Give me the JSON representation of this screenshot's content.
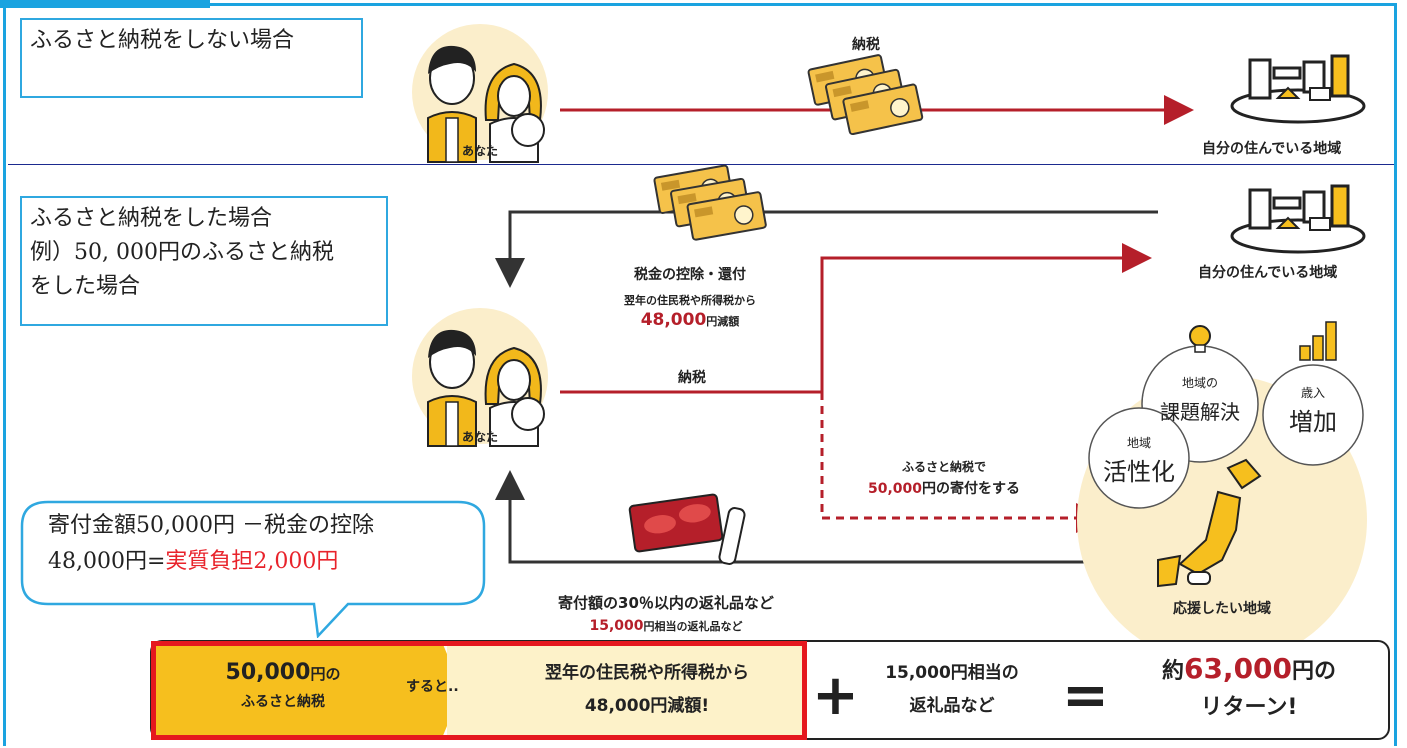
{
  "scenario_none": {
    "box_label": "ふるさと納税をしない場合",
    "you_label": "あなた",
    "tax_label": "納税",
    "region_label": "自分の住んでいる地域"
  },
  "scenario_with": {
    "box_lines": [
      "ふるさと納税をした場合",
      "例）50, 000円のふるさと納税",
      "をした場合"
    ],
    "you_label": "あなた",
    "region_label": "自分の住んでいる地域",
    "deduction_title": "税金の控除・還付",
    "deduction_sub": "翌年の住民税や所得税から",
    "deduction_amount": "48,000",
    "deduction_unit": "円減額",
    "tax_label": "納税",
    "donation_line1": "ふるさと納税で",
    "donation_amount": "50,000",
    "donation_rest": "円の寄付をする",
    "gift_title": "寄付額の30％以内の返礼品など",
    "gift_amount": "15,000",
    "gift_unit": "円相当の返礼品など",
    "support_region": "応援したい地域",
    "bubbles": {
      "issues_small": "地域の",
      "issues_big": "課題解決",
      "revenue_small": "歳入",
      "revenue_big": "増加",
      "vitalize_small": "地域",
      "vitalize_big": "活性化"
    }
  },
  "callout": {
    "line1": "寄付金額50,000円 －税金の控除",
    "line2_prefix": "48,000円=",
    "line2_highlight": "実質負担2,000円"
  },
  "summary": {
    "left_line1_num": "50,000",
    "left_line1_unit": "円の",
    "left_line2": "ふるさと納税",
    "suru_to": "すると..",
    "mid_line1": "翌年の住民税や所得税から",
    "mid_line2": "48,000円減額!",
    "plus": "+",
    "gift_line1": "15,000円相当の",
    "gift_line2": "返礼品など",
    "equals": "=",
    "result_prefix": "約",
    "result_amount": "63,000",
    "result_unit": "円の",
    "result_line2": "リターン!"
  },
  "colors": {
    "frame_blue": "#1aa3e0",
    "flow_red": "#b51f2a",
    "highlight_red": "#e8232b",
    "yellow": "#f6bf1e",
    "cream": "#fdf2c9"
  }
}
